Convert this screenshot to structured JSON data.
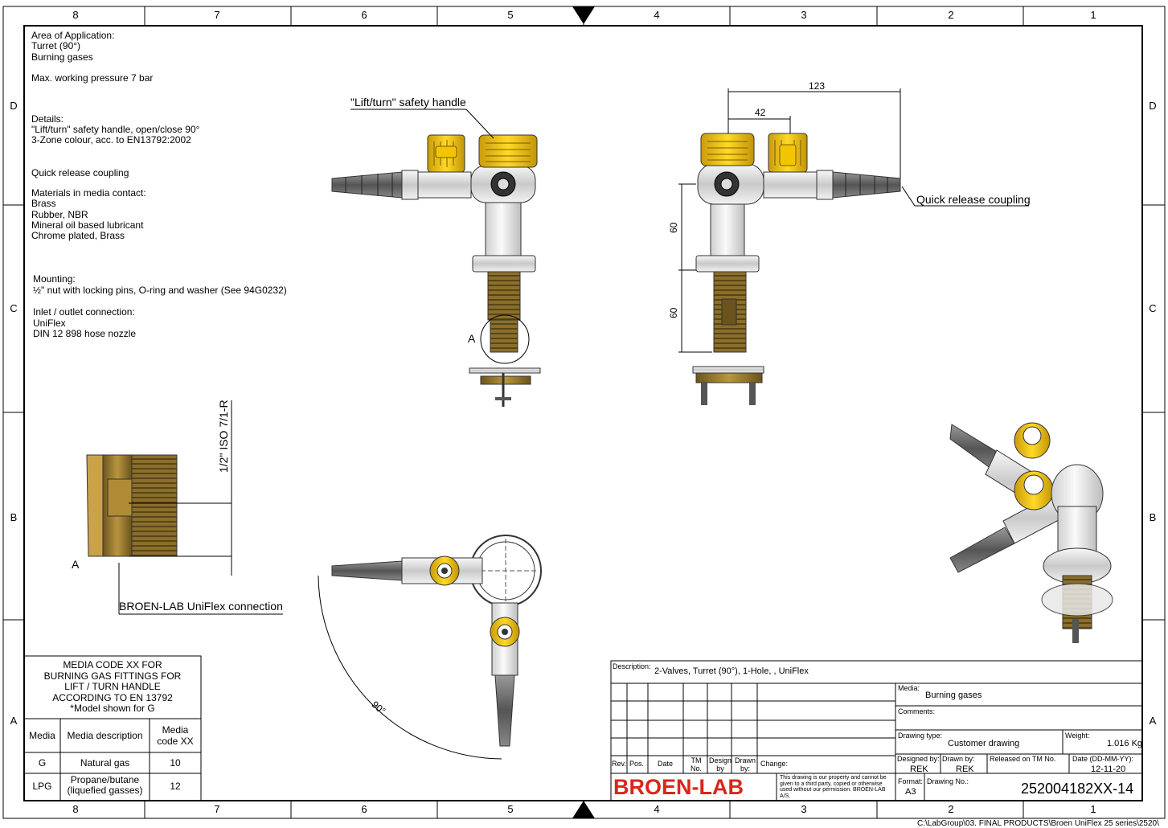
{
  "zones": {
    "top": [
      "8",
      "7",
      "6",
      "5",
      "4",
      "3",
      "2",
      "1"
    ],
    "bottom": [
      "8",
      "7",
      "6",
      "5",
      "4",
      "3",
      "2",
      "1"
    ],
    "left": [
      "D",
      "C",
      "B",
      "A"
    ],
    "right": [
      "D",
      "C",
      "B",
      "A"
    ]
  },
  "specs": {
    "area_title": "Area of Application:",
    "area_lines": [
      "Turret (90°)",
      "Burning gases"
    ],
    "pressure": "Max. working pressure 7 bar",
    "details_title": "Details:",
    "details_lines": [
      "\"Lift/turn\" safety handle, open/close 90°",
      "3-Zone colour, acc. to EN13792:2002"
    ],
    "coupling": "Quick release coupling",
    "materials_title": "Materials in media contact:",
    "materials_lines": [
      "Brass",
      "Rubber, NBR",
      "Mineral oil based lubricant",
      "Chrome plated, Brass"
    ],
    "mounting_title": "Mounting:",
    "mounting_line": "½\" nut with locking pins, O-ring and washer (See 94G0232)",
    "inlet_title": "Inlet / outlet connection:",
    "inlet_lines": [
      "UniFlex",
      "DIN 12 898 hose nozzle"
    ]
  },
  "callouts": {
    "handle": "\"Lift/turn\" safety handle",
    "coupling": "Quick release coupling",
    "uniflex": "BROEN-LAB UniFlex connection",
    "thread": "1/2\" ISO 7/1-R",
    "detail_a_front": "A",
    "detail_a_section": "A",
    "angle": "90°"
  },
  "dimensions": {
    "overall": "123",
    "spacing": "42",
    "upper_height": "60",
    "lower_height": "60"
  },
  "media_table": {
    "title_lines": [
      "MEDIA CODE XX FOR",
      "BURNING GAS FITTINGS FOR",
      "LIFT / TURN  HANDLE",
      "ACCORDING TO EN 13792",
      "*Model shown for G"
    ],
    "headers": [
      "Media",
      "Media description",
      "Media code XX"
    ],
    "rows": [
      {
        "media": "G",
        "description": "Natural gas",
        "code": "10"
      },
      {
        "media": "LPG",
        "description": "Propane/butane (liquefied gasses)",
        "code": "12"
      }
    ]
  },
  "title_block": {
    "description_label": "Description:",
    "description": "2-Valves, Turret (90°), 1-Hole, , UniFlex",
    "media_label": "Media:",
    "media": "Burning gases",
    "comments_label": "Comments:",
    "drawing_type_label": "Drawing type:",
    "drawing_type": "Customer drawing",
    "weight_label": "Weight:",
    "weight": "1.016 Kg",
    "designed_by_label": "Designed by:",
    "designed_by": "REK",
    "drawn_by_label": "Drawn by:",
    "drawn_by": "REK",
    "released_label": "Released on TM No.",
    "date_label": "Date (DD-MM-YY):",
    "date": "12-11-20",
    "format_label": "Format:",
    "format": "A3",
    "drawing_no_label": "Drawing No.:",
    "drawing_no": "252004182XX-14",
    "rev_headers": [
      "Rev.",
      "Pos.",
      "Date",
      "TM No.",
      "Design by",
      "Drawn by:",
      "Change:"
    ],
    "company": "BROEN-LAB",
    "disclaimer": "This drawing is our property and cannot be given to a third party, copied or otherwise used without our permission.  BROEN-LAB A/S.",
    "file_path": "C:\\LabGroup\\03. FINAL PRODUCTS\\Broen UniFlex 25 series\\2520\\"
  },
  "colors": {
    "yellow": "#e8c21a",
    "brass": "#a88a3a",
    "chrome": "#dcdcdc",
    "brand_red": "#d9261c"
  }
}
